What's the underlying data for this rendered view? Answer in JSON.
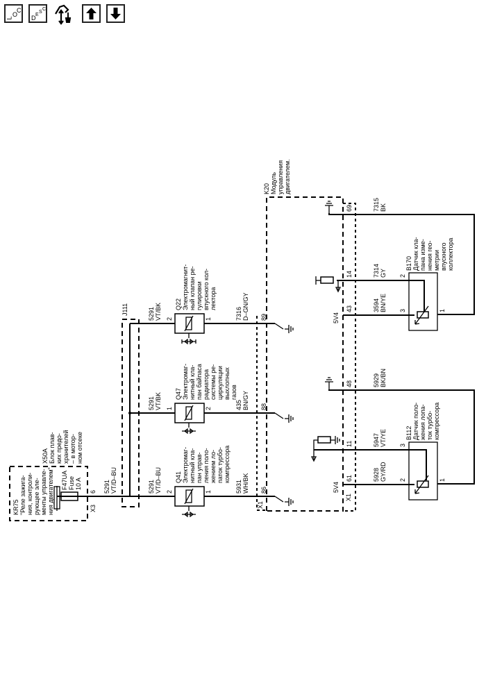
{
  "toolbar": {
    "buttons": [
      {
        "name": "loc-button",
        "icon": "loc-icon",
        "text_main": "L",
        "text_sub1": "O",
        "text_sub2": "C"
      },
      {
        "name": "desc-button",
        "icon": "desc-icon",
        "text_main": "D",
        "text_sub1": "E",
        "text_sub2": "S",
        "text_sub3": "C"
      },
      {
        "name": "repair-button",
        "icon": "diagnostic-repair-icon"
      },
      {
        "name": "previous-button",
        "icon": "arrow-up-icon"
      },
      {
        "name": "next-button",
        "icon": "arrow-down-icon"
      }
    ]
  },
  "components": {
    "kr75": {
      "id": "KR75",
      "desc_lines": [
        "\"Реле зажига-",
        "ния, контроли-",
        "рующее эле-",
        "менты управле-",
        "ния двигателем\""
      ]
    },
    "x50a": {
      "id": "X50A",
      "desc_lines": [
        "Блок плав-",
        "ких предо-",
        "хранителей",
        "– в мотор-",
        "ном отсеке"
      ]
    },
    "f47ua": {
      "id": "F47UA",
      "line2": "Fuse",
      "line3": "10 A"
    },
    "x3": {
      "connector": "X3",
      "pin": "6"
    },
    "j111": {
      "id": "J111"
    },
    "q22": {
      "id": "Q22",
      "desc_lines": [
        "Электромагнит-",
        "ный клапан ре-",
        "гулировки",
        "впускного кол-",
        "лектора"
      ],
      "pin_in": "2",
      "pin_out": "1"
    },
    "q47": {
      "id": "Q47",
      "desc_lines": [
        "Электромаг-",
        "нитный кла-",
        "пан байпаса",
        "радиатора",
        "системы ре-",
        "циркуляции",
        "выхлопных",
        "газов"
      ],
      "pin_in": "1",
      "pin_out": "2"
    },
    "q41": {
      "id": "Q41",
      "desc_lines": [
        "Электромаг-",
        "нитный кла-",
        "пан управ-",
        "ления поло-",
        "жением ло-",
        "паток турбо-",
        "компрессора"
      ],
      "pin_in": "2",
      "pin_out": "1"
    },
    "k20": {
      "id": "K20",
      "desc_lines": [
        "Модуль",
        "управления",
        "двигателем."
      ],
      "connector": "X1",
      "supply_label": "5V4"
    },
    "b170": {
      "id": "B170",
      "desc_lines": [
        "Датчик кла-",
        "пана изме-",
        "нения гео-",
        "метрии",
        "впускного",
        "коллектора"
      ],
      "pins": [
        "2",
        "3",
        "1"
      ]
    },
    "b112": {
      "id": "B112",
      "desc_lines": [
        "Датчик поло-",
        "жения лопа-",
        "ток турбо-",
        "компрессора"
      ],
      "pins": [
        "3",
        "2",
        "1"
      ]
    }
  },
  "wires": {
    "feed_main": {
      "circuit": "5291",
      "color": "VT/D–BU"
    },
    "feed_q41": {
      "circuit": "5291",
      "color": "VT/D–BU"
    },
    "feed_q47": {
      "circuit": "5291",
      "color": "VT/BK"
    },
    "feed_q22": {
      "circuit": "5291",
      "color": "VT/BK"
    },
    "q22_ecm": {
      "circuit": "7316",
      "color": "D–GN/GY",
      "pin": "89"
    },
    "q47_ecm": {
      "circuit": "435",
      "color": "BN/GY",
      "pin": "88"
    },
    "q41_ecm": {
      "circuit": "5931",
      "color": "WH/BK",
      "pin": "86"
    },
    "b170_low": {
      "circuit": "7315",
      "color": "BK",
      "pin": "69"
    },
    "b170_sig": {
      "circuit": "7314",
      "color": "GY",
      "pin": "14"
    },
    "b170_ref": {
      "circuit": "3594",
      "color": "BN/YE",
      "pin": "43"
    },
    "b112_low": {
      "circuit": "5929",
      "color": "BK/BN",
      "pin": "48"
    },
    "b112_sig": {
      "circuit": "5947",
      "color": "VT/YE",
      "pin": "11"
    },
    "b112_ref": {
      "circuit": "5928",
      "color": "GY/RD",
      "pin": "61"
    }
  }
}
